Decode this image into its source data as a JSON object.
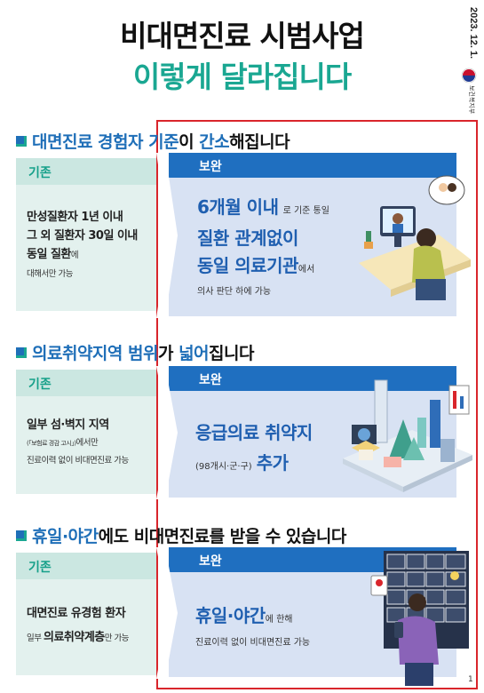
{
  "title": {
    "line1": "비대면진료 시범사업",
    "line2": "이렇게 달라집니다"
  },
  "side": {
    "date": "2023. 12. 1.",
    "ministry": "보건복지부"
  },
  "colors": {
    "teal": "#1aa792",
    "blue": "#1f6fb8",
    "red_box": "#d9252b"
  },
  "sections": [
    {
      "heading": {
        "p1": "대면진료 경험자 기준",
        "p2": "이 ",
        "p3": "간소",
        "p4": "해집니다"
      },
      "gijun_label": "기존",
      "bowan_label": "보완",
      "gijun": {
        "l1": "만성질환자 1년 이내",
        "l2": "그 외 질환자 30일 이내",
        "l3a": "동일 질환",
        "l3b": "에",
        "l4": "대해서만 가능"
      },
      "bowan": {
        "a1": "6개월 이내",
        "a2": "로 기준 통일",
        "b1": "질환 관계없이",
        "c1": "동일 의료기관",
        "c2": "에서",
        "d1": "의사 판단 하에 가능"
      }
    },
    {
      "heading": {
        "p1": "의료취약지역 범위",
        "p2": "가 ",
        "p3": "넓어",
        "p4": "집니다"
      },
      "gijun_label": "기존",
      "bowan_label": "보완",
      "gijun": {
        "l1": "일부 섬·벽지 지역",
        "l2a": "(「보험료 경감 고시」)",
        "l2b": "에서만",
        "l3": "진료이력 없이 비대면진료 가능"
      },
      "bowan": {
        "a1": "응급의료 취약지",
        "b1": "(98개시·군·구)",
        "b2": "추가"
      }
    },
    {
      "heading": {
        "p1": "휴일·야간",
        "p2": "에도 비대면진료를 받을 수 있습니다"
      },
      "gijun_label": "기존",
      "bowan_label": "보완",
      "gijun": {
        "l1": "대면진료 유경험 환자",
        "l2a": "일부 ",
        "l2b": "의료취약계층",
        "l2c": "만 가능"
      },
      "bowan": {
        "a1": "휴일·야간",
        "a2": "에 한해",
        "b1": "진료이력 없이 비대면진료 가능"
      }
    }
  ],
  "icons": [
    "doctor-video-call-illustration",
    "city-map-illustration",
    "night-phone-illustration",
    "government-emblem-icon"
  ],
  "page_number": "1"
}
